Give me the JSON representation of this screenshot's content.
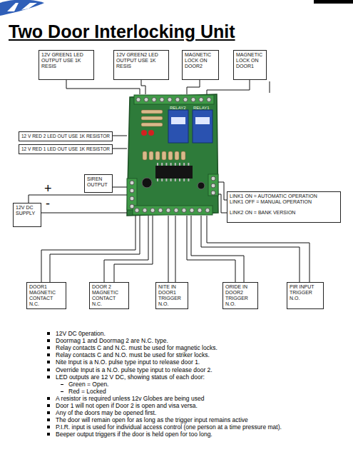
{
  "diagram": {
    "title": "Two Door Interlocking Unit",
    "nodes": [
      {
        "text": [
          "12V GREEN1 LED OUTPUT USE 1K RESIS"
        ]
      },
      {
        "text": [
          "12V GREEN2 LED OUTPUT USE 1K RESIS"
        ]
      },
      {
        "text": [
          "MAGNETIC LOCK ON DOOR2"
        ]
      },
      {
        "text": [
          "MAGNETIC LOCK ON DOOR1"
        ]
      },
      {
        "text": [
          "RELAY2",
          "RELAY1"
        ]
      },
      {
        "text": [
          "12 V RED 2 LED OUT USE 1K RESISTOR"
        ]
      },
      {
        "text": [
          "12 V RED 1 LED OUT USE 1K RESISTOR"
        ]
      },
      {
        "text": [
          "SIREN OUTPUT"
        ]
      },
      {
        "text": [
          "12V DC SUPPLY"
        ]
      },
      {
        "text": [
          "LINK1 ON = AUTOMATIC OPERATION",
          "LINK1 OFF = MANUAL OPERATION",
          "LINK2 ON  = BANK VERSION"
        ]
      },
      {
        "text": [
          "DOOR1 MAGNETIC CONTACT N.C."
        ]
      },
      {
        "text": [
          "DOOR 2 MAGNETIC CONTACT N.C."
        ]
      },
      {
        "text": [
          "NITE IN DOOR1 TRIGGER N.O."
        ]
      },
      {
        "text": [
          "ORIDE IN DOOR2 TRIGGER N.O."
        ]
      },
      {
        "text": [
          "PIR INPUT TRIGGER N.O."
        ]
      }
    ],
    "edges": [
      {
        "from": 0,
        "to": 4,
        "arrow": "none"
      },
      {
        "from": 1,
        "to": 4,
        "arrow": "none"
      },
      {
        "from": 2,
        "to": 4,
        "arrow": "none"
      },
      {
        "from": 3,
        "to": 4,
        "arrow": "none"
      },
      {
        "from": 5,
        "to": 4,
        "arrow": "none"
      },
      {
        "from": 6,
        "to": 4,
        "arrow": "none"
      },
      {
        "from": 7,
        "to": 4,
        "arrow": "none"
      },
      {
        "from": 8,
        "to": 4,
        "arrow": "none"
      },
      {
        "from": 8,
        "to": 4,
        "arrow": "none"
      },
      {
        "from": 4,
        "to": 9,
        "arrow": "none"
      },
      {
        "from": 4,
        "to": 9,
        "arrow": "none"
      },
      {
        "from": 4,
        "to": 10,
        "arrow": "none"
      },
      {
        "from": 4,
        "to": 10,
        "arrow": "none"
      },
      {
        "from": 4,
        "to": 11,
        "arrow": "none"
      },
      {
        "from": 4,
        "to": 11,
        "arrow": "none"
      },
      {
        "from": 4,
        "to": 12,
        "arrow": "none"
      },
      {
        "from": 4,
        "to": 12,
        "arrow": "none"
      },
      {
        "from": 4,
        "to": 13,
        "arrow": "none"
      },
      {
        "from": 4,
        "to": 13,
        "arrow": "none"
      },
      {
        "from": 4,
        "to": 14,
        "arrow": "none"
      },
      {
        "from": 4,
        "to": 14,
        "arrow": "none"
      }
    ],
    "labels": [
      "+",
      "-",
      "12V DC 0peration.",
      "Doormag 1 and Doormag 2 are N.C. type.",
      "Relay contacts C and N.C. must be used for magnetic locks.",
      "Relay contacts C and N.O. must be used for striker locks.",
      "Nite Input is a N.O. pulse type input to release door 1.",
      "Override Input is a N.O. pulse type input to release door 2.",
      "LED outputs are 12 V DC, showing status of each door:",
      "Green = Open.",
      "Red = Locked",
      "A resistor is required unless 12v Globes are being used",
      "Door 1 will not open if Door 2 is open and visa versa.",
      "Any of the doors may be opened first.",
      "The door will remain open for as long as the trigger input remains active",
      "P.I.R. input is used for individual access control (one person at a time pressure mat).",
      "Beeper output triggers if the door is held open for too long."
    ]
  }
}
